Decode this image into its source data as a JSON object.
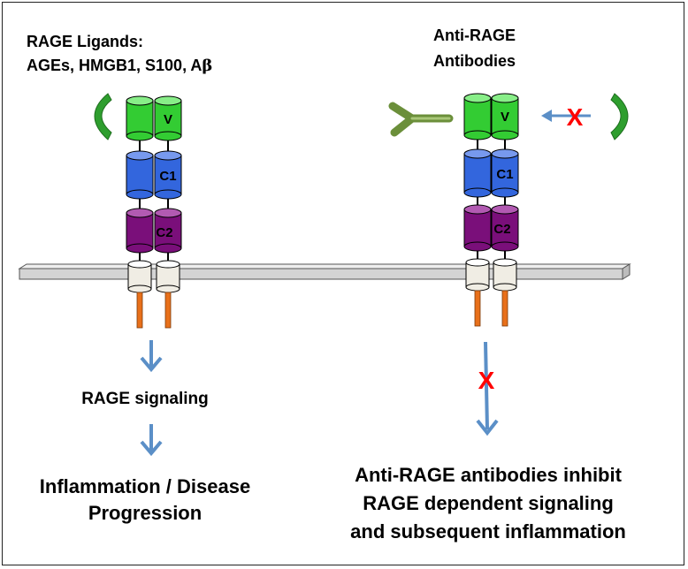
{
  "left_panel": {
    "ligands_title": "RAGE Ligands:",
    "ligands_list_prefix": "AGEs, HMGB1, S100, A",
    "ligands_list_beta": "β",
    "domain_v": "V",
    "domain_c1": "C1",
    "domain_c2": "C2",
    "signaling_label": "RAGE signaling",
    "outcome_line1": "Inflammation / Disease",
    "outcome_line2": "Progression"
  },
  "right_panel": {
    "antibody_title_line1": "Anti-RAGE",
    "antibody_title_line2": "Antibodies",
    "domain_v": "V",
    "domain_c1": "C1",
    "domain_c2": "C2",
    "block_mark": "X",
    "conclusion_line1": "Anti-RAGE antibodies inhibit",
    "conclusion_line2": "RAGE dependent signaling",
    "conclusion_line3": "and subsequent inflammation"
  },
  "colors": {
    "v_domain": "#33cc33",
    "c1_domain": "#3366dd",
    "c2_domain": "#7a0f7a",
    "transmembrane": "#f0ede4",
    "cytoplasmic": "#e8701a",
    "ligand": "#2e9e2e",
    "antibody": "#6b8f3a",
    "arrow": "#5b8fc7",
    "block": "#ff0000",
    "membrane": "#d4d4d4"
  }
}
